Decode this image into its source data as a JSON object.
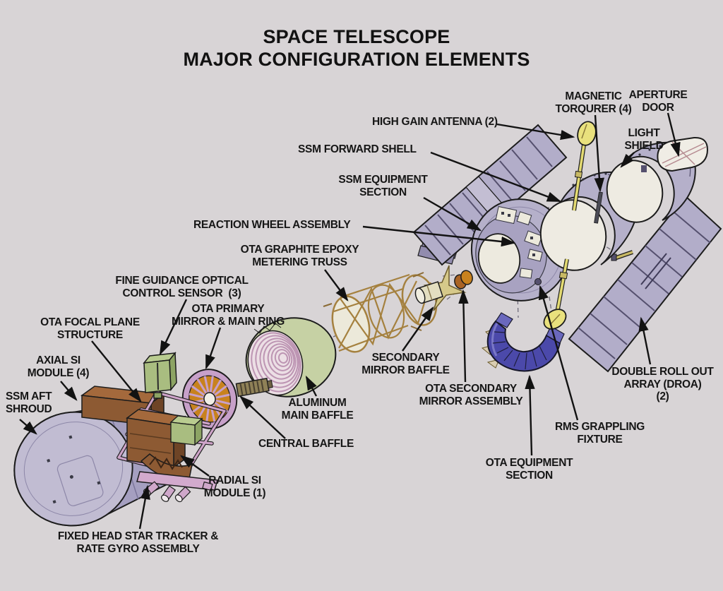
{
  "title": {
    "text": "SPACE TELESCOPE\nMAJOR CONFIGURATION ELEMENTS"
  },
  "labels": {
    "high_gain_antenna": {
      "text": "HIGH GAIN ANTENNA (2)"
    },
    "magnetic_torquer": {
      "text": "MAGNETIC\nTORQURER (4)"
    },
    "aperture_door": {
      "text": "APERTURE\nDOOR"
    },
    "light_shield": {
      "text": "LIGHT\nSHIELD"
    },
    "ssm_forward_shell": {
      "text": "SSM FORWARD SHELL"
    },
    "ssm_equipment_section": {
      "text": "SSM EQUIPMENT\nSECTION"
    },
    "reaction_wheel_assembly": {
      "text": "REACTION WHEEL ASSEMBLY"
    },
    "ota_metering_truss": {
      "text": "OTA GRAPHITE EPOXY\nMETERING TRUSS"
    },
    "fine_guidance_sensor": {
      "text": "FINE GUIDANCE OPTICAL\nCONTROL SENSOR  (3)"
    },
    "ota_primary_mirror": {
      "text": "OTA PRIMARY\nMIRROR & MAIN RING"
    },
    "ota_focal_plane": {
      "text": "OTA FOCAL PLANE\nSTRUCTURE"
    },
    "axial_si_module": {
      "text": "AXIAL SI\nMODULE (4)"
    },
    "ssm_aft_shroud": {
      "text": "SSM AFT\nSHROUD"
    },
    "secondary_mirror_baffle": {
      "text": "SECONDARY\nMIRROR BAFFLE"
    },
    "aluminum_main_baffle": {
      "text": "ALUMINUM\nMAIN BAFFLE"
    },
    "ota_secondary_mirror": {
      "text": "OTA SECONDARY\nMIRROR ASSEMBLY"
    },
    "central_baffle": {
      "text": "CENTRAL BAFFLE"
    },
    "radial_si_module": {
      "text": "RADIAL SI\nMODULE (1)"
    },
    "double_roll_out_array": {
      "text": "DOUBLE ROLL OUT\nARRAY (DROA)\n(2)"
    },
    "rms_grappling_fixture": {
      "text": "RMS GRAPPLING\nFIXTURE"
    },
    "ota_equipment_section": {
      "text": "OTA EQUIPMENT\nSECTION"
    },
    "fixed_head_star_tracker": {
      "text": "FIXED HEAD STAR TRACKER &\nRATE GYRO ASSEMBLY"
    }
  },
  "colors": {
    "background": "#d8d4d6",
    "ink": "#161616",
    "lavender_body": "#b5b0ca",
    "lavender_face": "#c1bcd2",
    "cream": "#eeebe2",
    "solar_panel": "#b2adc9",
    "truss_gold": "#a5813f",
    "torquer_yellow": "#e9e17d",
    "si_brown": "#8d5a33",
    "sensor_green": "#a9bd80",
    "mirror_orange": "#c8821e",
    "mirror_rim_pink": "#c7a0c9",
    "baffle_green": "#c6d1a4",
    "baffle_stripe_pink": "#bd95b3",
    "equipment_blue": "#4b49aa",
    "structure_pink": "#d2aacd"
  }
}
